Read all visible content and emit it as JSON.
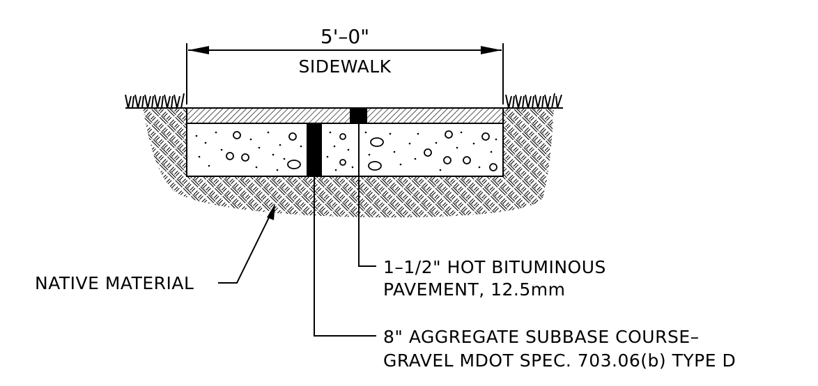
{
  "dimension": {
    "value": "5'–0\"",
    "label": "SIDEWALK"
  },
  "callouts": {
    "native_material": "NATIVE MATERIAL",
    "pavement": {
      "line1": "1–1/2\" HOT BITUMINOUS",
      "line2": "PAVEMENT, 12.5mm"
    },
    "subbase": {
      "line1": "8\" AGGREGATE SUBBASE COURSE–",
      "line2": "GRAVEL MDOT SPEC. 703.06(b) TYPE D"
    }
  },
  "hatches": {
    "earth": "crosshatch-weave",
    "pavement": "diagonal-hatch",
    "aggregate": "dots-and-pebbles"
  },
  "colors": {
    "line": "#000000",
    "background": "#ffffff"
  }
}
